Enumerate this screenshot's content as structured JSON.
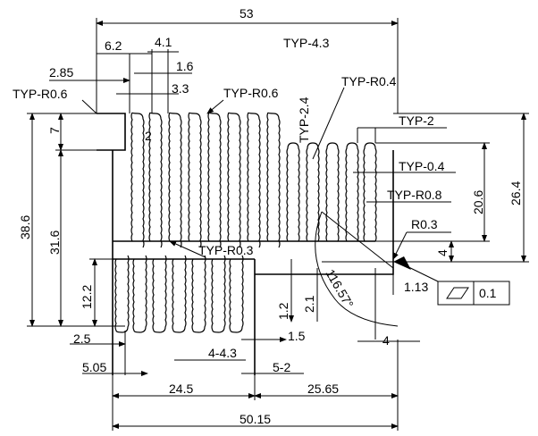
{
  "dimensions": {
    "overall_width_top": "53",
    "d_6_2": "6.2",
    "d_4_1": "4.1",
    "d_2_85": "2.85",
    "d_1_6": "1.6",
    "d_3_3": "3.3",
    "typ_r0_6_left": "TYP-R0.6",
    "typ_r0_6_mid": "TYP-R0.6",
    "typ_4_3": "TYP-4.3",
    "typ_2_4": "TYP-2.4",
    "typ_r0_4_top": "TYP-R0.4",
    "typ_2": "TYP-2",
    "typ_0_4": "TYP-0.4",
    "typ_r0_8": "TYP-R0.8",
    "r0_3": "R0.3",
    "typ_r0_3": "TYP-R0.3",
    "d_7": "7",
    "d_38_6": "38.6",
    "d_31_6": "31.6",
    "d_2": "2",
    "d_20_6": "20.6",
    "d_26_4": "26.4",
    "d_4_right": "4",
    "d_1_13": "1.13",
    "d_12_2": "12.2",
    "d_1_2": "1.2",
    "d_2_1": "2.1",
    "angle": "116.57°",
    "d_1_5": "1.5",
    "d_4_bottom": "4",
    "d_2_5": "2.5",
    "d_5_05": "5.05",
    "d_4_4_3": "4-4.3",
    "d_5_2": "5-2",
    "d_24_5": "24.5",
    "d_25_65": "25.65",
    "overall_width_bottom": "50.15"
  },
  "tolerance_frame": {
    "symbol": "flatness-symbol",
    "value": "0.1"
  }
}
